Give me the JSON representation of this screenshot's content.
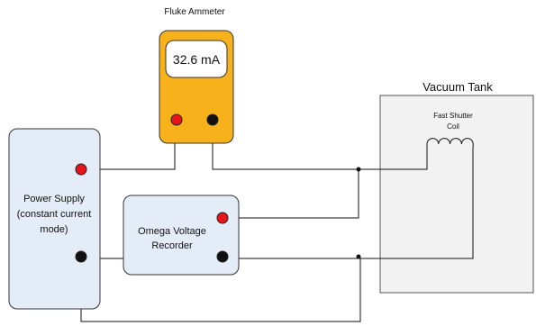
{
  "ammeter": {
    "title": "Fluke Ammeter",
    "reading": "32.6 mA"
  },
  "power_supply": {
    "label_lines": [
      "Power Supply",
      "(constant current",
      "mode)"
    ]
  },
  "voltage_recorder": {
    "label_lines": [
      "Omega Voltage",
      "Recorder"
    ]
  },
  "vacuum_tank": {
    "title": "Vacuum Tank",
    "coil_label_lines": [
      "Fast Shutter",
      "Coil"
    ]
  },
  "colors": {
    "ammeter_body": "#F7B21B",
    "box_fill": "#E4ECF7",
    "tank_fill": "#F2F2F2",
    "terminal_positive": "#E8141B",
    "terminal_negative": "#111111",
    "wire": "#111111"
  }
}
